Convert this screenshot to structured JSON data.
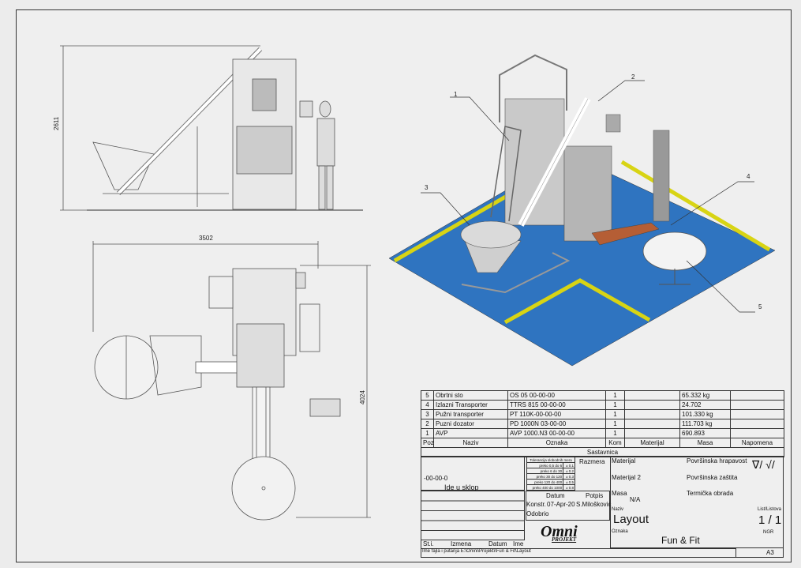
{
  "drawing": {
    "dimensions": {
      "height_side": "2611",
      "width_top": "3502",
      "height_top": "4024"
    },
    "callouts": [
      "1",
      "2",
      "3",
      "4",
      "5"
    ],
    "colors": {
      "floor": "#2f74c0",
      "stripe": "#d8d414",
      "line": "#444444",
      "background": "#ececec"
    }
  },
  "bom": {
    "rows": [
      {
        "poz": "5",
        "naziv": "Obrtni sto",
        "oznaka": "OS 05 00-00-00",
        "kom": "1",
        "materijal": "",
        "masa": "65.332 kg",
        "napomena": ""
      },
      {
        "poz": "4",
        "naziv": "Izlazni Transporter",
        "oznaka": "TTRS 815 00-00-00",
        "kom": "1",
        "materijal": "",
        "masa": "24.702",
        "napomena": ""
      },
      {
        "poz": "3",
        "naziv": "Pužni transporter",
        "oznaka": "PT 110K-00-00-00",
        "kom": "1",
        "materijal": "",
        "masa": "101.330 kg",
        "napomena": ""
      },
      {
        "poz": "2",
        "naziv": "Puzni dozator",
        "oznaka": "PD 1000N 03-00-00",
        "kom": "1",
        "materijal": "",
        "masa": "111.703 kg",
        "napomena": ""
      },
      {
        "poz": "1",
        "naziv": "AVP",
        "oznaka": "AVP 1000.N3 00-00-00",
        "kom": "1",
        "materijal": "",
        "masa": "690.893",
        "napomena": ""
      }
    ],
    "headers": {
      "poz": "Poz",
      "naziv": "Naziv",
      "oznaka": "Oznaka",
      "kom": "Kom",
      "materijal": "Materijal",
      "masa": "Masa",
      "napomena": "Napomena"
    },
    "title": "Sastavnica"
  },
  "title_block": {
    "code": "-00-00-0",
    "ide_u_sklop": "Ide u sklop",
    "tolerance": {
      "title": "Tolerancija slobodnih mera",
      "rows": [
        [
          "preko 0,5 do 6",
          "± 0.1"
        ],
        [
          "preko 6 do 30",
          "± 0.2"
        ],
        [
          "preko 30 do 120",
          "± 0.3"
        ],
        [
          "preko 120 do 400",
          "± 0.5"
        ],
        [
          "preko 400 do 1000",
          "± 0.8"
        ]
      ]
    },
    "razmera": "Razmera",
    "datum": "Datum",
    "potpis": "Potpis",
    "konstr": "Konstr.",
    "konstr_datum": "07-Apr-20",
    "konstr_potpis": "S.Milošković",
    "odobrio": "Odobrio",
    "rev_headers": [
      "St.i.",
      "Izmena",
      "Datum",
      "Ime"
    ],
    "file_label": "Ime fajla i putanja",
    "file_path": "E:\\Omni\\Projekti\\Fun & Fit\\Layout",
    "materijal": "Materijal",
    "materijal2": "Materijal 2",
    "masa": "Masa",
    "masa_value": "N/A",
    "hrapavost": "Površinska hrapavost",
    "zastita": "Površinska zaštita",
    "termicka": "Termička obrada",
    "naziv_label": "Naziv",
    "naziv": "Layout",
    "oznaka_label": "Oznaka",
    "oznaka": "Fun & Fit",
    "list_label": "List/Listova",
    "list": "1 / 1",
    "ngr": "NGR",
    "format": "A3",
    "logo": "Omni PROJEKT"
  }
}
